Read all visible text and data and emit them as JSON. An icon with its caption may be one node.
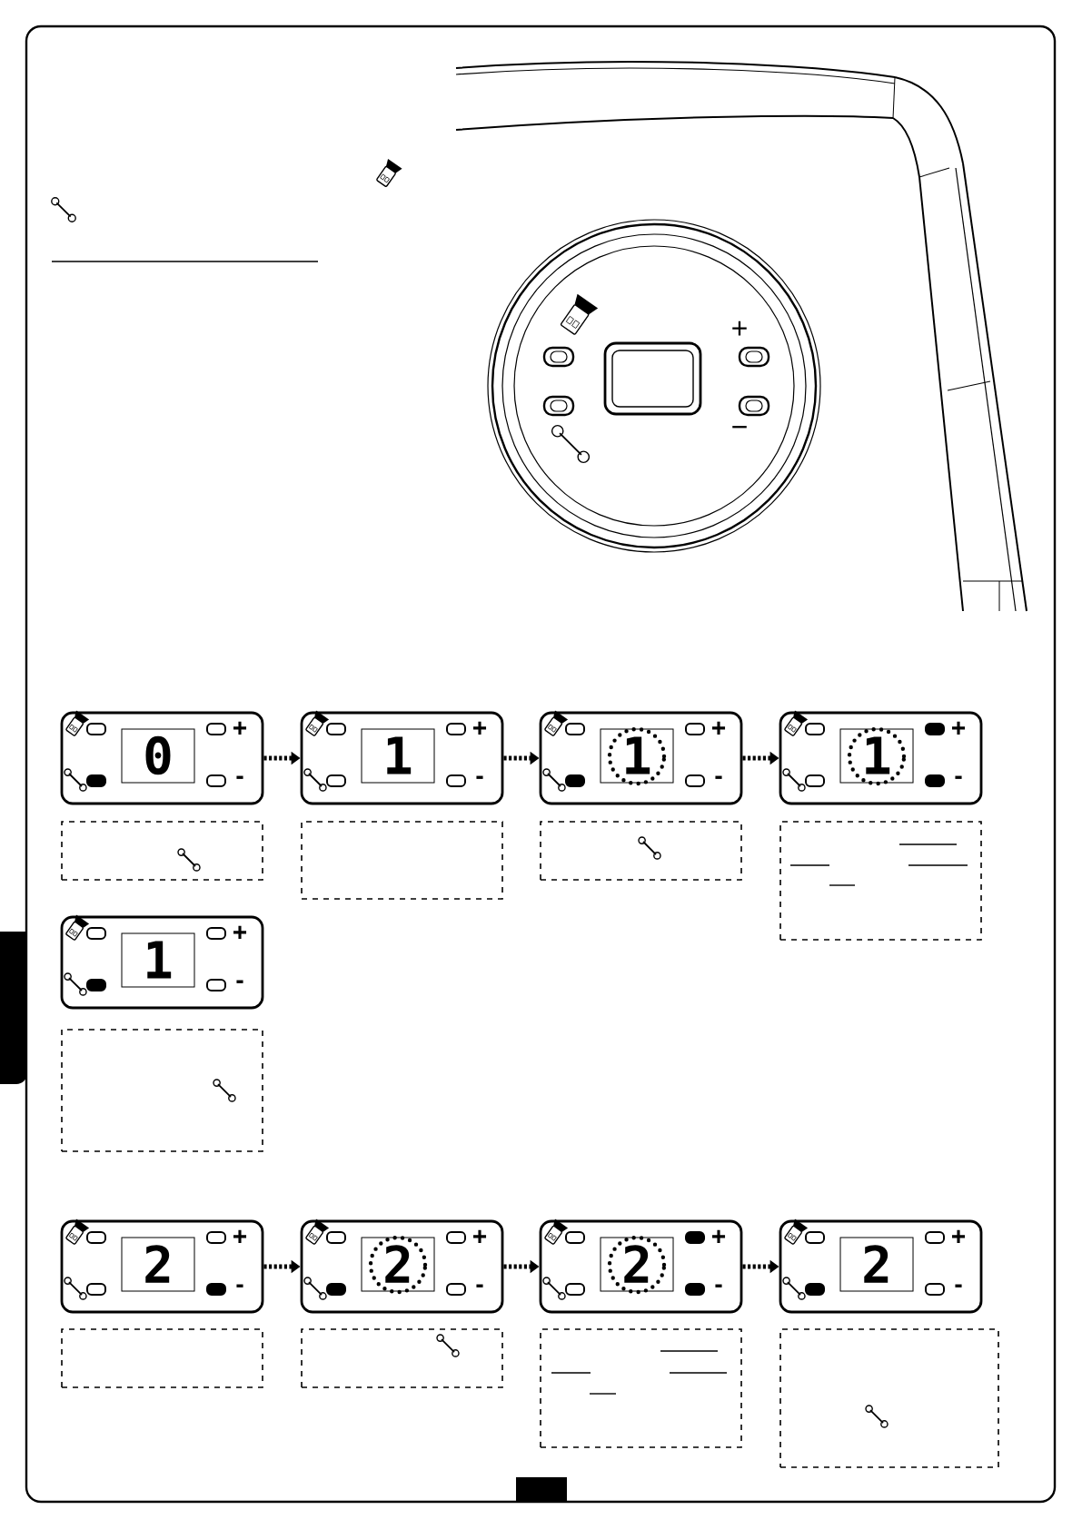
{
  "diagram": {
    "nodes": [
      {
        "text": [
          "0",
          "+",
          "-"
        ]
      },
      {
        "text": [
          "1",
          "+",
          "-"
        ]
      },
      {
        "text": [
          "1",
          "+",
          "-"
        ]
      },
      {
        "text": [
          "1",
          "+",
          "-"
        ]
      },
      {
        "text": [],
        "shape": "box"
      },
      {
        "text": [],
        "shape": "box"
      },
      {
        "text": [],
        "shape": "box"
      },
      {
        "text": [],
        "shape": "box"
      },
      {
        "text": [
          "1",
          "+",
          "-"
        ]
      },
      {
        "text": [],
        "shape": "box"
      },
      {
        "text": [
          "2",
          "+",
          "-"
        ]
      },
      {
        "text": [
          "2",
          "+",
          "-"
        ]
      },
      {
        "text": [
          "2",
          "+",
          "-"
        ]
      },
      {
        "text": [
          "2",
          "+",
          "-"
        ]
      },
      {
        "text": [],
        "shape": "box"
      },
      {
        "text": [],
        "shape": "box"
      },
      {
        "text": [],
        "shape": "box"
      },
      {
        "text": [],
        "shape": "box"
      }
    ],
    "edges": [
      {
        "from": 0,
        "to": 1,
        "arrow": "to"
      },
      {
        "from": 1,
        "to": 2,
        "arrow": "to"
      },
      {
        "from": 2,
        "to": 3,
        "arrow": "to"
      },
      {
        "from": 10,
        "to": 11,
        "arrow": "to"
      },
      {
        "from": 11,
        "to": 12,
        "arrow": "to"
      },
      {
        "from": 12,
        "to": 13,
        "arrow": "to"
      }
    ],
    "labels": [
      "+",
      "−"
    ]
  }
}
